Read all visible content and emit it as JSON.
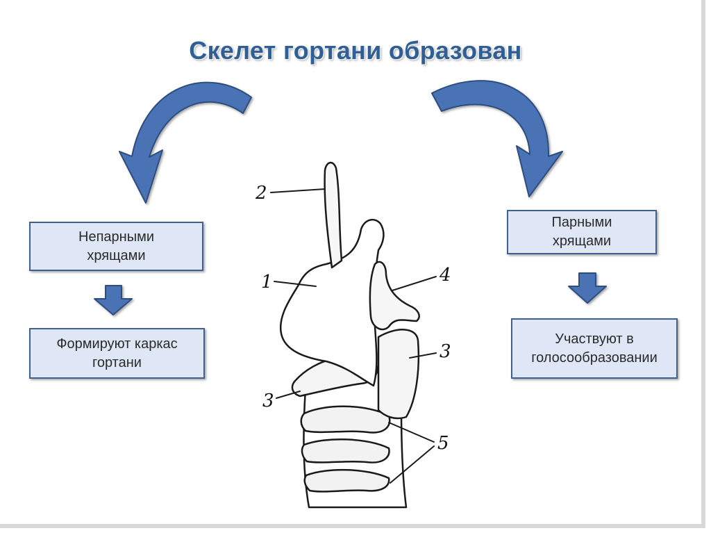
{
  "title": "Скелет гортани образован",
  "boxes": {
    "unpaired": "Непарными\nхрящами",
    "frame": "Формируют каркас\nгортани",
    "paired": "Парными\nхрящами",
    "voice": "Участвуют в\nголосообразовании"
  },
  "diagram_labels": {
    "label_1": "1",
    "label_2": "2",
    "label_3_right": "3",
    "label_3_left": "3",
    "label_4": "4",
    "label_5": "5"
  },
  "colors": {
    "title": "#2f5f95",
    "arrow_fill": "#4a73b5",
    "arrow_stroke": "#2e4d7f",
    "box_fill": "#dfe7f6",
    "box_border": "#3f5f8c"
  }
}
